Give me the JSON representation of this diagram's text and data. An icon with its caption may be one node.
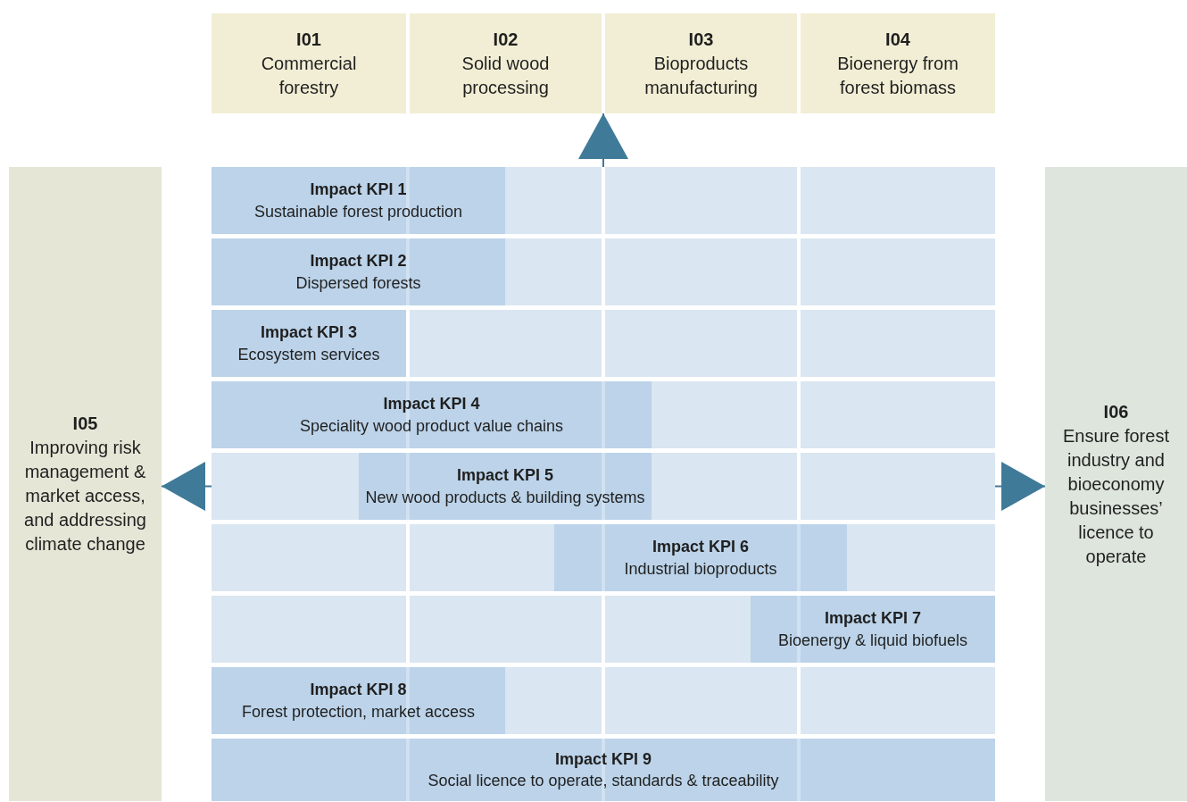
{
  "diagram": {
    "nodes": [
      {
        "text": [
          "I01",
          "Commercial forestry"
        ]
      },
      {
        "text": [
          "I02",
          "Solid wood processing"
        ]
      },
      {
        "text": [
          "I03",
          "Bioproducts manufacturing"
        ]
      },
      {
        "text": [
          "I04",
          "Bioenergy from forest biomass"
        ]
      },
      {
        "text": [
          "I05",
          "Improving risk management & market access, and addressing climate change"
        ]
      },
      {
        "text": [],
        "shape": "box"
      },
      {
        "text": [
          "Impact KPI 1",
          "Sustainable forest production"
        ],
        "in": 5
      },
      {
        "text": [
          "Impact KPI 2",
          "Dispersed forests"
        ],
        "in": 5
      },
      {
        "text": [
          "Impact KPI 3",
          "Ecosystem services"
        ],
        "in": 5
      },
      {
        "text": [
          "Impact KPI 4",
          "Speciality wood product value chains"
        ],
        "in": 5
      },
      {
        "text": [
          "Impact KPI 5",
          "New wood products & building systems"
        ],
        "in": 5
      },
      {
        "text": [
          "Impact KPI 6",
          "Industrial bioproducts"
        ],
        "in": 5
      },
      {
        "text": [
          "Impact KPI 7",
          "Bioenergy & liquid biofuels"
        ],
        "in": 5
      },
      {
        "text": [
          "Impact KPI 8",
          "Forest protection, market access"
        ],
        "in": 5
      },
      {
        "text": [
          "Impact KPI 9",
          "Social licence to operate, standards & traceability"
        ],
        "in": 5
      },
      {
        "text": [
          "I06",
          "Ensure forest industry and bioeconomy businesses’ licence to operate"
        ]
      }
    ],
    "edges": [
      {
        "from": 5,
        "to": 1,
        "arrow": "to"
      },
      {
        "from": 5,
        "to": 4,
        "arrow": "to"
      },
      {
        "from": 5,
        "to": 15,
        "arrow": "to"
      }
    ]
  }
}
